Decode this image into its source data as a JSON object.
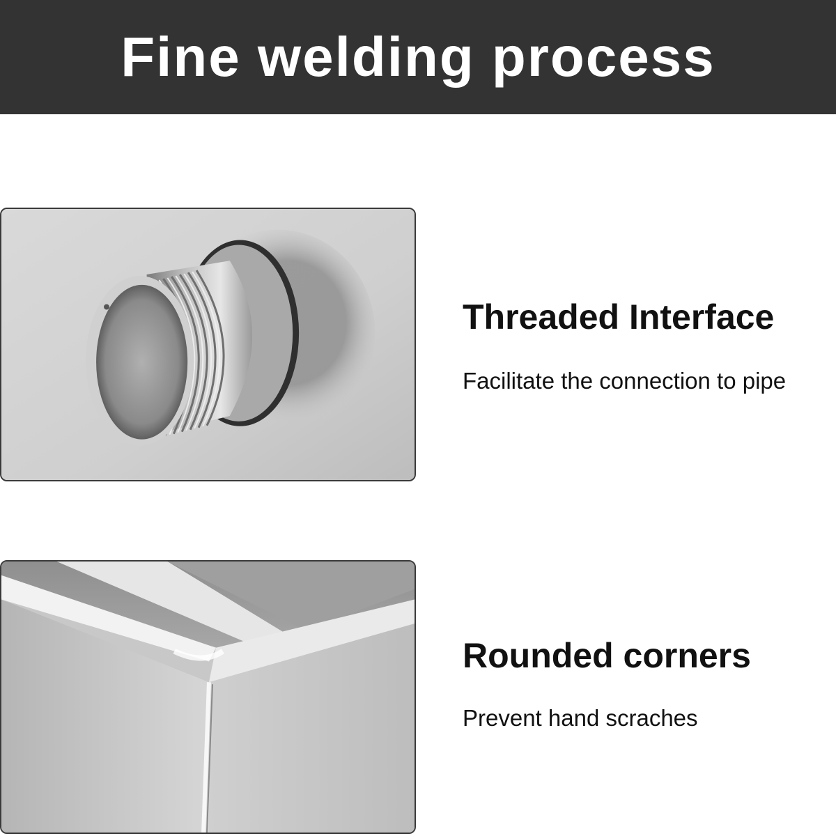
{
  "banner": {
    "title": "Fine welding process"
  },
  "features": [
    {
      "title": "Threaded Interface",
      "description": "Facilitate the connection to pipe",
      "image": "threaded-pipe-fitting-photo"
    },
    {
      "title": "Rounded corners",
      "description": "Prevent hand scraches",
      "image": "welded-corner-photo"
    }
  ],
  "colors": {
    "banner_bg": "#333333",
    "banner_text": "#ffffff",
    "body_text": "#111111",
    "steel": "#c9c9c9"
  }
}
